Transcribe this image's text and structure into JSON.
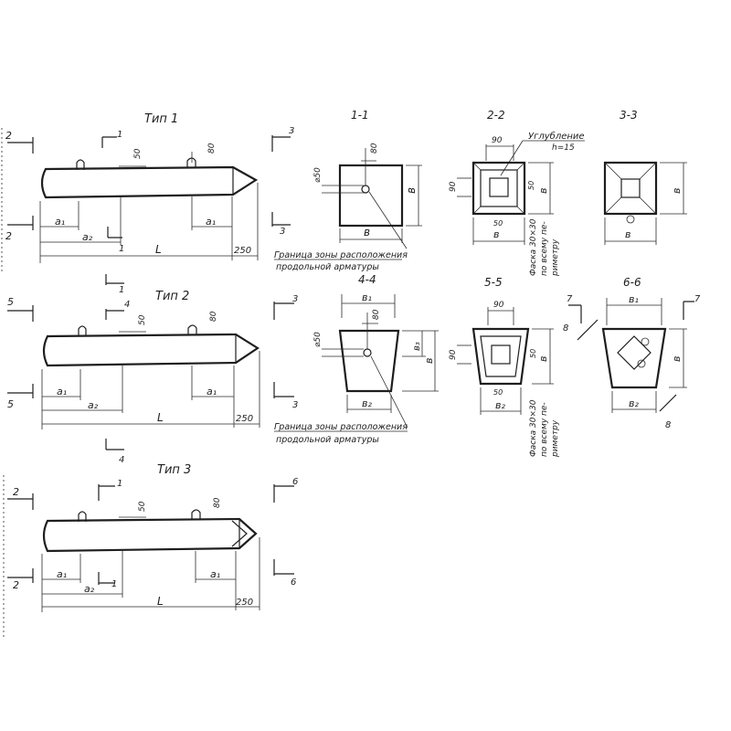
{
  "titles": {
    "type1": "Тип 1",
    "type2": "Тип 2",
    "type3": "Тип 3",
    "sec11": "1-1",
    "sec22": "2-2",
    "sec33": "3-3",
    "sec44": "4-4",
    "sec55": "5-5",
    "sec66": "6-6"
  },
  "notes": {
    "zone1_line1": "Граница зоны расположения",
    "zone1_line2": "продольной арматуры",
    "zone2_line1": "Граница зоны расположения",
    "zone2_line2": "продольной арматуры",
    "recess_title": "Углубление",
    "recess_depth": "h=15",
    "chamfer1_line1": "Фаска 30×30",
    "chamfer1_line2": "по всему пе-",
    "chamfer1_line3": "риметру",
    "chamfer2_line1": "Фаска 30×30",
    "chamfer2_line2": "по всему пе-",
    "chamfer2_line3": "риметру"
  },
  "dims": {
    "a1": "a₁",
    "a2": "a₂",
    "L": "L",
    "tip": "250",
    "d50": "50",
    "d80": "80",
    "d90": "90",
    "dia50": "⌀50",
    "b": "в",
    "b1": "в₁",
    "b2": "в₂",
    "b3": "в₃",
    "d50s": "50"
  },
  "markers": {
    "n1": "1",
    "n2": "2",
    "n3": "3",
    "n4": "4",
    "n5": "5",
    "n6": "6",
    "n7": "7",
    "n8": "8"
  }
}
